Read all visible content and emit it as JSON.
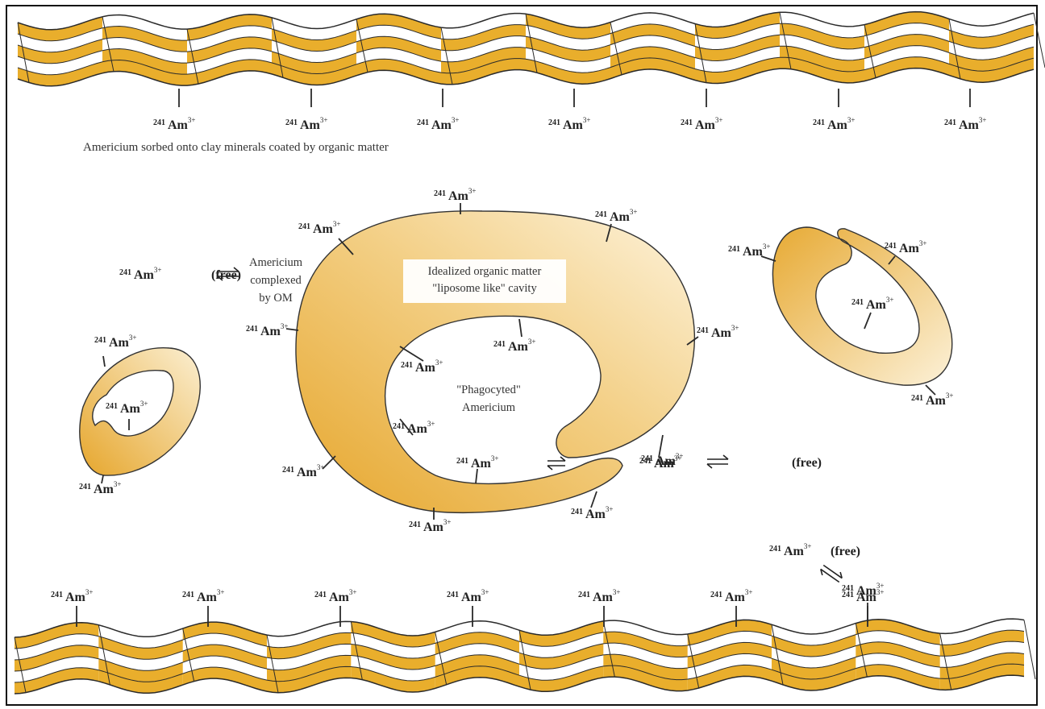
{
  "colors": {
    "clay_fill": "#e9ae2c",
    "shell_dark": "#e8ac36",
    "shell_light": "#fbefcf",
    "line": "#2a2a2a",
    "text": "#222222"
  },
  "species": {
    "isotope": "241",
    "element": "Am",
    "charge": "3+"
  },
  "captions": {
    "top_clay": "Americium sorbed onto clay minerals coated by organic matter",
    "idealized_line1": "Idealized organic matter",
    "idealized_line2": "\"liposome like\" cavity",
    "phagocyted_line1": "\"Phagocyted\"",
    "phagocyted_line2": "Americium",
    "complexed_line1": "Americium",
    "complexed_line2": "complexed",
    "complexed_line3": "by OM",
    "free": "(free)"
  }
}
